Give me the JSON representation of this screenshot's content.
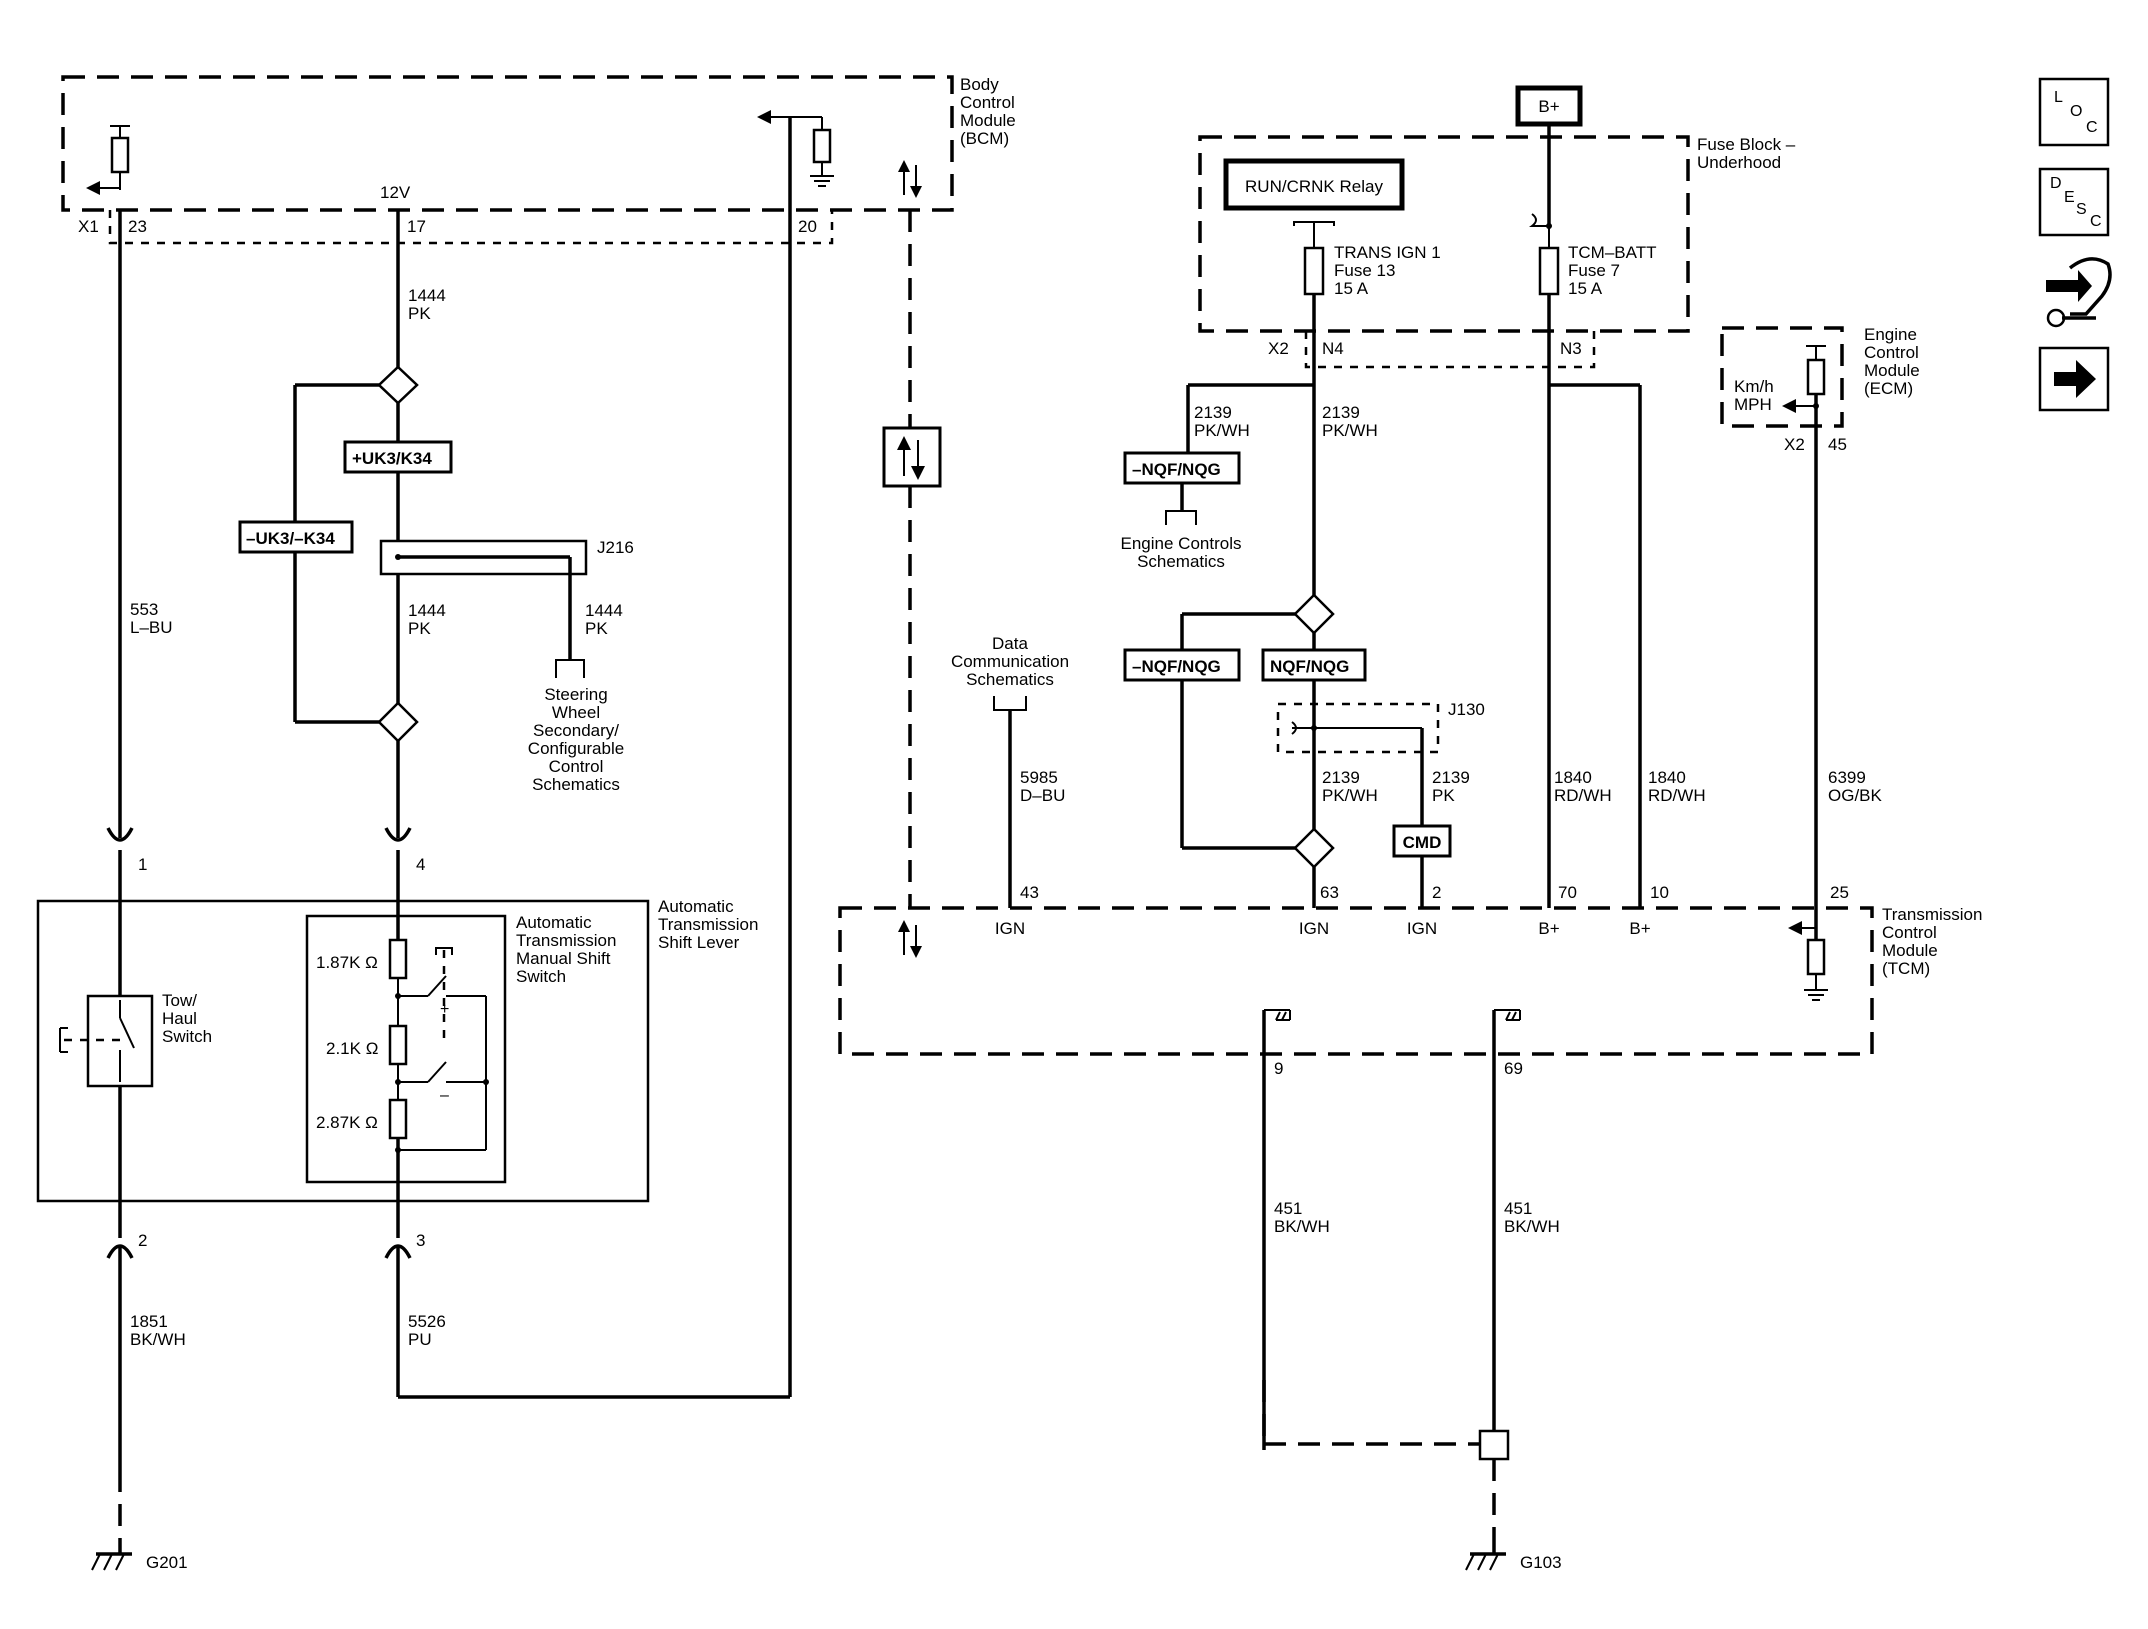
{
  "modules": {
    "bcm": "Body Control Module (BCM)",
    "fuse_block": "Fuse Block – Underhood",
    "ecm": "Engine Control Module (ECM)",
    "tcm": "Transmission Control Module (TCM)",
    "shift_lever": "Automatic Transmission Shift Lever",
    "manual_shift_switch": "Automatic Transmission Manual Shift Switch",
    "tow_haul": "Tow/ Haul Switch"
  },
  "power": {
    "bplus": "B+",
    "relay": "RUN/CRNK Relay",
    "fuse13": [
      "TRANS IGN 1",
      "Fuse 13",
      "15 A"
    ],
    "fuse7": [
      "TCM–BATT",
      "Fuse 7",
      "15 A"
    ],
    "v12": "12V",
    "kmh": "Km/h",
    "mph": "MPH"
  },
  "connectors": {
    "x1": "X1",
    "x2": "X2",
    "n4": "N4",
    "n3": "N3",
    "x2_ecm": "X2",
    "j216": "J216",
    "j130": "J130"
  },
  "pins": {
    "p23": "23",
    "p17": "17",
    "p20": "20",
    "p1": "1",
    "p4": "4",
    "p2": "2",
    "p3": "3",
    "p43": "43",
    "p63": "63",
    "p2b": "2",
    "p70": "70",
    "p10": "10",
    "p25": "25",
    "p45": "45",
    "p9": "9",
    "p69": "69"
  },
  "pin_labels": {
    "ign1": "IGN",
    "ign2": "IGN",
    "ign3": "IGN",
    "bp1": "B+",
    "bp2": "B+"
  },
  "options": {
    "uk3k34": "+UK3/K34",
    "nuk3k34": "–UK3/–K34",
    "nqf1": "–NQF/NQG",
    "nqf2": "–NQF/NQG",
    "nqf3": "NQF/NQG",
    "cmd": "CMD"
  },
  "wires": {
    "w1444a": [
      "1444",
      "PK"
    ],
    "w1444b": [
      "1444",
      "PK"
    ],
    "w1444c": [
      "1444",
      "PK"
    ],
    "w553": [
      "553",
      "L–BU"
    ],
    "w1851": [
      "1851",
      "BK/WH"
    ],
    "w5526": [
      "5526",
      "PU"
    ],
    "w2139a": [
      "2139",
      "PK/WH"
    ],
    "w2139b": [
      "2139",
      "PK/WH"
    ],
    "w2139c": [
      "2139",
      "PK/WH"
    ],
    "w2139d": [
      "2139",
      "PK"
    ],
    "w5985": [
      "5985",
      "D–BU"
    ],
    "w1840a": [
      "1840",
      "RD/WH"
    ],
    "w1840b": [
      "1840",
      "RD/WH"
    ],
    "w6399": [
      "6399",
      "OG/BK"
    ],
    "w451a": [
      "451",
      "BK/WH"
    ],
    "w451b": [
      "451",
      "BK/WH"
    ]
  },
  "references": {
    "engine_controls": [
      "Engine Controls",
      "Schematics"
    ],
    "data_comm": [
      "Data",
      "Communication",
      "Schematics"
    ],
    "steering_wheel": [
      "Steering",
      "Wheel",
      "Secondary/",
      "Configurable",
      "Control",
      "Schematics"
    ]
  },
  "resistors": {
    "r1": "1.87K Ω",
    "r2": "2.1K Ω",
    "r3": "2.87K Ω",
    "plus": "+",
    "minus": "–"
  },
  "grounds": {
    "g201": "G201",
    "g103": "G103"
  },
  "nav": {
    "loc": [
      "L",
      "O",
      "C"
    ],
    "desc": [
      "D",
      "E",
      "S",
      "C"
    ]
  }
}
